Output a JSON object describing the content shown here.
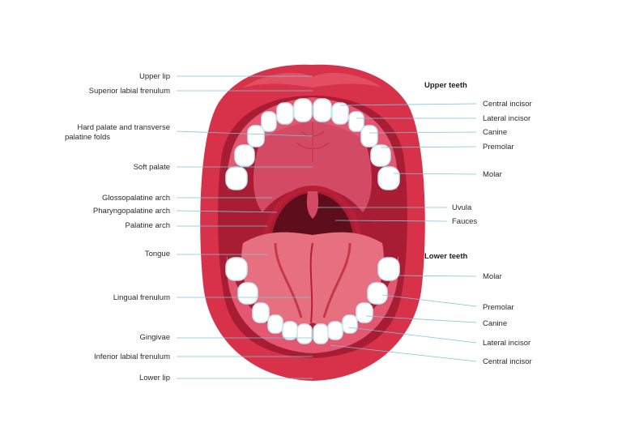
{
  "colors": {
    "lip": "#d8324a",
    "lip_dark": "#b81f36",
    "lip_light": "#ee6677",
    "cavity": "#a81d33",
    "palate": "#d24a63",
    "throat": "#5e0d1d",
    "tongue": "#e6707f",
    "gum": "#e35870",
    "tooth": "#ffffff",
    "tooth_shade": "#c9e9f3",
    "leader": "#7fc4d8"
  },
  "headings": {
    "upper_teeth": "Upper teeth",
    "lower_teeth": "Lower teeth"
  },
  "labels_left": {
    "upper_lip": "Upper lip",
    "superior_labial_frenulum": "Superior labial frenulum",
    "hard_palate_1": "Hard palate and transverse",
    "hard_palate_2": "palatine folds",
    "soft_palate": "Soft palate",
    "glossopalatine_arch": "Glossopalatine arch",
    "pharyngopalatine_arch": "Pharyngopalatine arch",
    "palatine_arch": "Palatine arch",
    "tongue": "Tongue",
    "lingual_frenulum": "Lingual frenulum",
    "gingivae": "Gingivae",
    "inferior_labial_frenulum": "Inferior labial frenulum",
    "lower_lip": "Lower lip"
  },
  "labels_right": {
    "upper_central_incisor": "Central incisor",
    "upper_lateral_incisor": "Lateral incisor",
    "upper_canine": "Canine",
    "upper_premolar": "Premolar",
    "upper_molar": "Molar",
    "uvula": "Uvula",
    "fauces": "Fauces",
    "lower_molar": "Molar",
    "lower_premolar": "Premolar",
    "lower_canine": "Canine",
    "lower_lateral_incisor": "Lateral incisor",
    "lower_central_incisor": "Central incisor"
  }
}
